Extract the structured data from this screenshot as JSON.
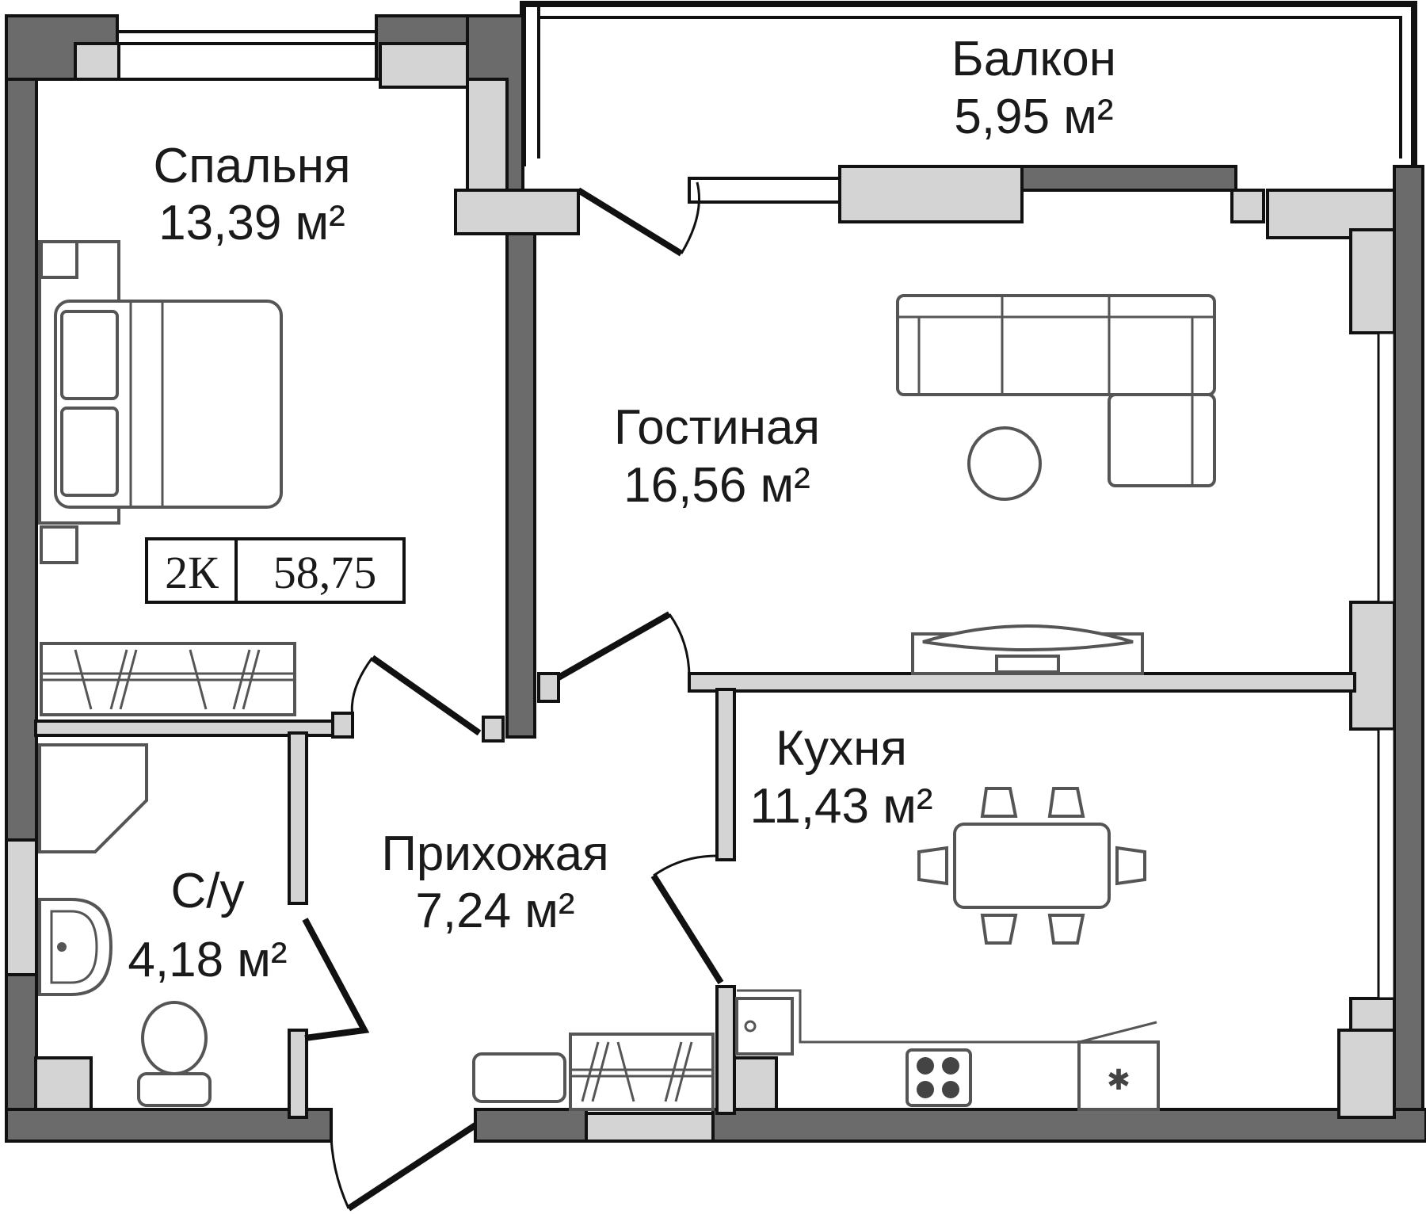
{
  "rooms": {
    "balcony": {
      "name": "Балкон",
      "area": "5,95 м²"
    },
    "bedroom": {
      "name": "Спальня",
      "area": "13,39 м²"
    },
    "living": {
      "name": "Гостиная",
      "area": "16,56 м²"
    },
    "kitchen": {
      "name": "Кухня",
      "area": "11,43 м²"
    },
    "hall": {
      "name": "Прихожая",
      "area": "7,24 м²"
    },
    "bathroom": {
      "name": "С/у",
      "area": "4,18 м²"
    }
  },
  "badge": {
    "type": "2К",
    "total_area": "58,75"
  },
  "colors": {
    "wall_dark": "#6b6b6b",
    "wall_light": "#d4d4d4",
    "line": "#111111",
    "furniture": "#555555",
    "background": "#ffffff"
  }
}
